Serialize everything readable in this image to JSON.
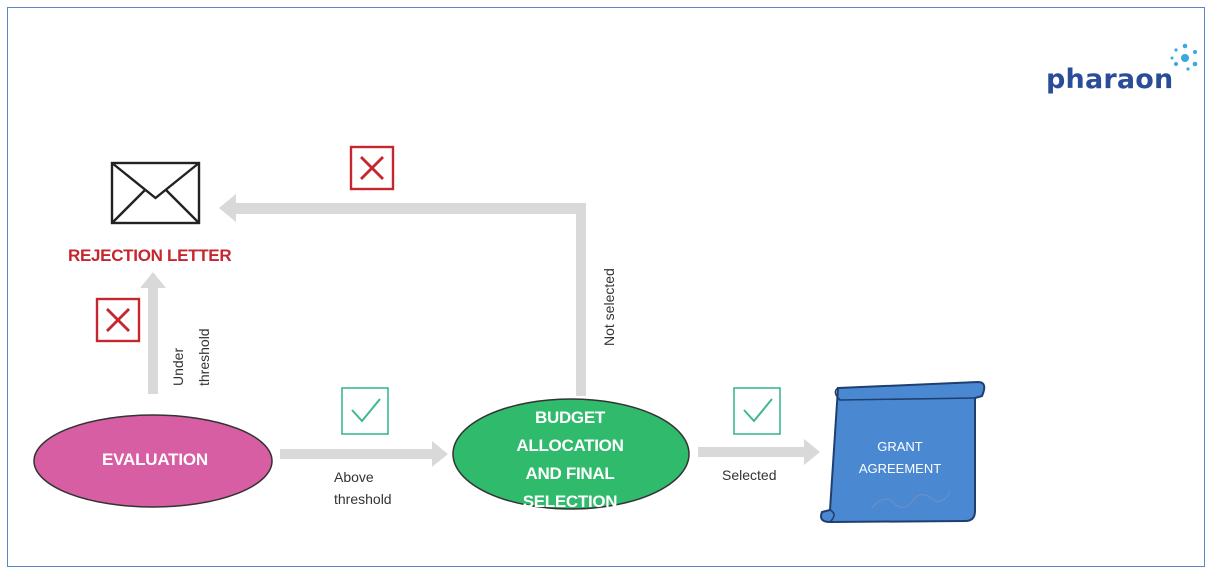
{
  "logo": {
    "text": "pharaon"
  },
  "rejection": {
    "title": "REJECTION LETTER"
  },
  "nodes": {
    "evaluation": "EVALUATION",
    "budget": [
      "BUDGET",
      "ALLOCATION",
      "AND FINAL",
      "SELECTION"
    ],
    "grant": [
      "GRANT",
      "AGREEMENT"
    ]
  },
  "edges": {
    "under_threshold": [
      "Under",
      "threshold"
    ],
    "above_threshold": [
      "Above",
      "threshold"
    ],
    "not_selected": "Not selected",
    "selected": "Selected"
  },
  "colors": {
    "evaluation": "#d85ea3",
    "budget": "#2fba6c",
    "grant": "#4a89d2",
    "reject": "#c6262e",
    "accept": "#3cb98d",
    "arrow": "#d9d9d9",
    "logo": "#2b4d99"
  }
}
